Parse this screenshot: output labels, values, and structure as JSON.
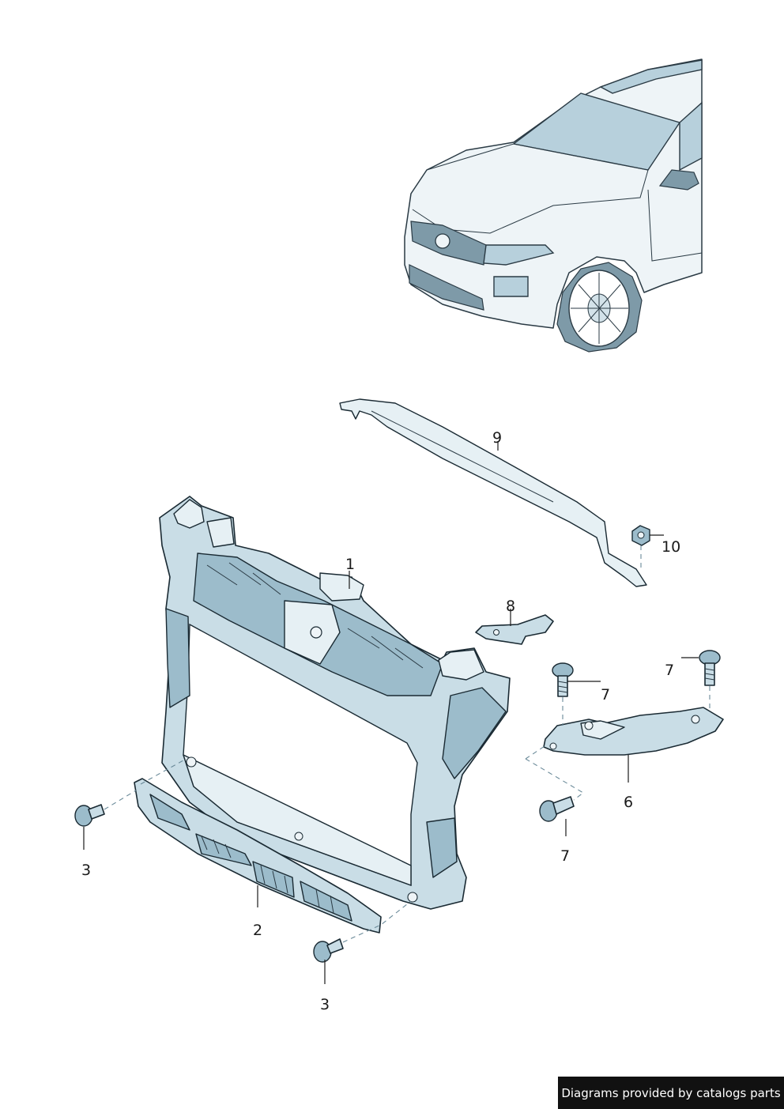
{
  "callouts": {
    "c1": "1",
    "c2": "2",
    "c3a": "3",
    "c3b": "3",
    "c6": "6",
    "c7a": "7",
    "c7b": "7",
    "c7c": "7",
    "c8": "8",
    "c9": "9",
    "c10": "10"
  },
  "credit": "Diagrams provided by catalogs parts",
  "colors": {
    "part_fill": "#c9dde6",
    "outline": "#1a2a33",
    "credit_bg": "#111111",
    "credit_text": "#ffffff"
  }
}
